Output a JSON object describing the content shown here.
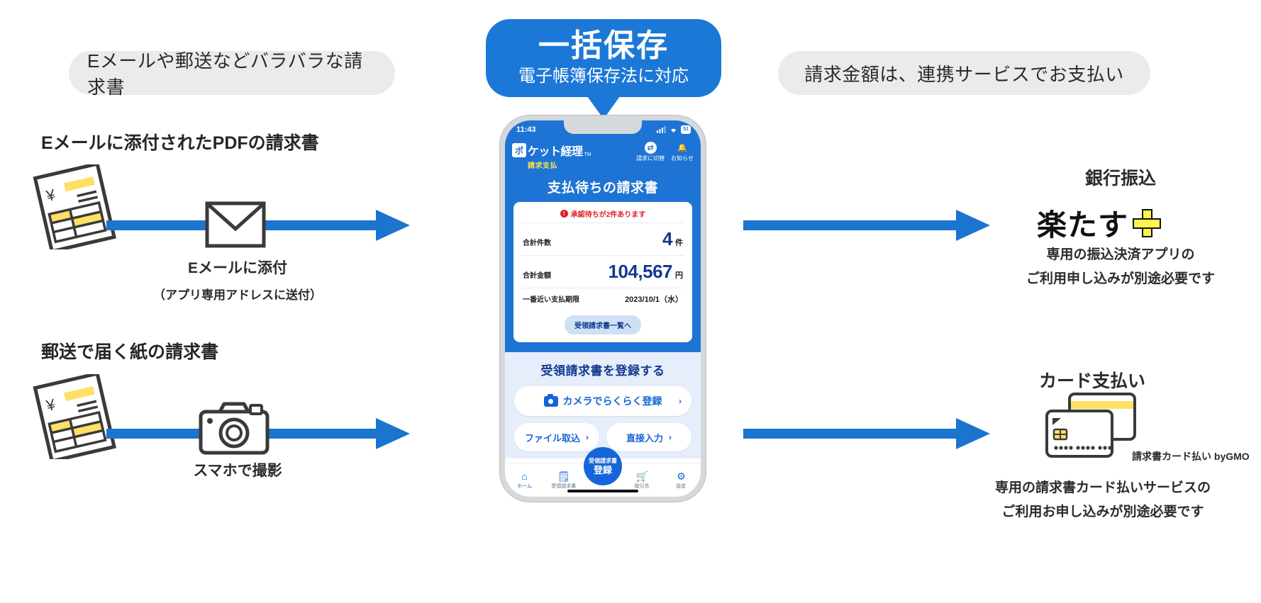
{
  "callout": {
    "title": "一括保存",
    "subtitle": "電子帳簿保存法に対応"
  },
  "left": {
    "pill": "Eメールや郵送などバラバラな請求書",
    "flows": [
      {
        "heading": "Eメールに添付されたPDFの請求書",
        "icon": "envelope-icon",
        "caption": "Eメールに添付",
        "subcaption": "（アプリ専用アドレスに送付）"
      },
      {
        "heading": "郵送で届く紙の請求書",
        "icon": "camera-icon",
        "caption": "スマホで撮影",
        "subcaption": ""
      }
    ]
  },
  "right": {
    "pill": "請求金額は、連携サービスでお支払い",
    "bank": {
      "heading": "銀行振込",
      "logo": "楽たす",
      "note_line1": "専用の振込決済アプリの",
      "note_line2": "ご利用申し込みが別途必要です"
    },
    "card": {
      "heading": "カード支払い",
      "brand": "請求書カード払い byGMO",
      "note_line1": "専用の請求書カード払いサービスの",
      "note_line2": "ご利用お申し込みが別途必要です"
    }
  },
  "phone": {
    "status": {
      "time": "11:43",
      "signal": "signal-icon",
      "wifi": "wifi-icon",
      "battery": "51"
    },
    "appbar": {
      "logo_mark": "ポ",
      "logo_text": "ケット経理",
      "logo_tm": "TM",
      "logo_sub": "請求支払",
      "actions": [
        {
          "icon": "switch-icon",
          "label": "請求に切替"
        },
        {
          "icon": "bell-icon",
          "label": "お知らせ"
        }
      ]
    },
    "summary": {
      "title": "支払待ちの請求書",
      "alert": "承認待ちが2件あります",
      "rows": [
        {
          "label": "合計件数",
          "value": "4",
          "unit": "件",
          "emphasis": "big"
        },
        {
          "label": "合計金額",
          "value": "104,567",
          "unit": "円",
          "emphasis": "big"
        },
        {
          "label": "一番近い支払期限",
          "value": "2023/10/1（水）",
          "unit": "",
          "emphasis": "plain"
        }
      ],
      "list_button": "受領請求書一覧へ"
    },
    "register": {
      "title": "受領請求書を登録する",
      "primary_button": "カメラでらくらく登録",
      "secondary_buttons": [
        "ファイル取込",
        "直接入力"
      ],
      "chevron": "›"
    },
    "tabbar": {
      "items": [
        {
          "icon": "home-icon",
          "label": "ホーム",
          "active": true
        },
        {
          "icon": "document-icon",
          "label": "受領請求書",
          "active": false
        },
        {
          "icon": "store-icon",
          "label": "取引先",
          "active": false
        },
        {
          "icon": "gear-icon",
          "label": "設定",
          "active": false
        }
      ],
      "fab_line1": "受領請求書",
      "fab_line2": "登録"
    }
  },
  "colors": {
    "accent_blue": "#1d74d4",
    "arrow_blue": "#1b74ce",
    "deep_blue": "#123a8f",
    "alert_red": "#e11d28",
    "pill_gray": "#ebebeb",
    "yellow": "#ffe24d"
  }
}
